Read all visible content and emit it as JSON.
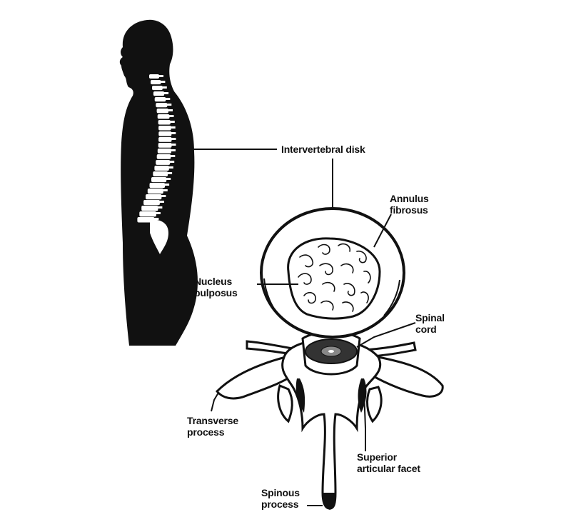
{
  "diagram": {
    "labels": {
      "intervertebral_disk": "Intervertebral disk",
      "annulus_fibrosus": [
        "Annulus",
        "fibrosus"
      ],
      "nucleus_pulposus": [
        "Nucleus",
        "pulposus"
      ],
      "spinal_cord": [
        "Spinal",
        "cord"
      ],
      "transverse_process": [
        "Transverse",
        "process"
      ],
      "superior_articular_facet": [
        "Superior",
        "articular facet"
      ],
      "spinous_process": [
        "Spinous",
        "process"
      ]
    },
    "colors": {
      "ink": "#111111",
      "background": "#ffffff",
      "bone": "#ffffff"
    }
  }
}
